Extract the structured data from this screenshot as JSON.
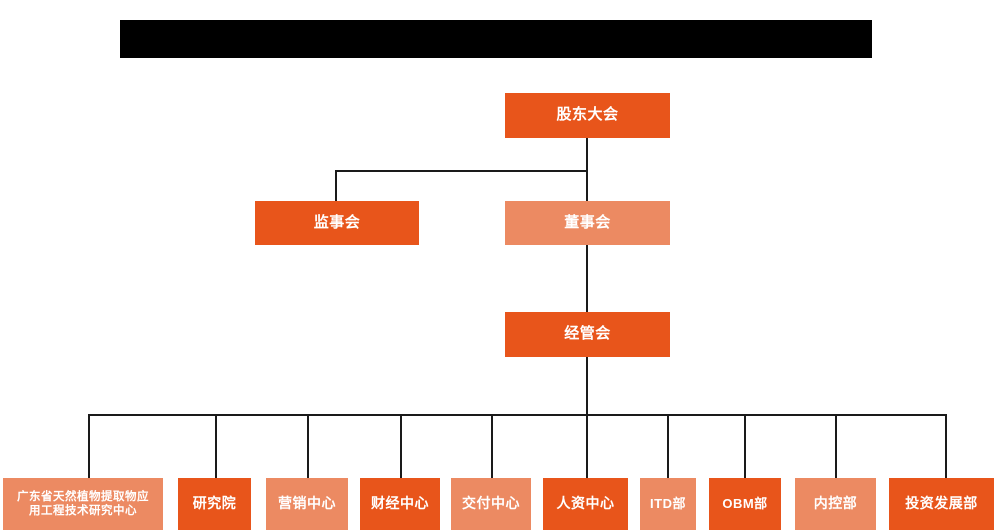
{
  "chart": {
    "type": "org-chart",
    "title": "",
    "background_color": "#ffffff",
    "line_color": "#1a1a1a",
    "colors": {
      "dark_orange": "#E8551B",
      "light_orange": "#EC8A62",
      "redaction": "#000000",
      "text": "#ffffff"
    },
    "redacted_banner_label": ""
  },
  "nodes": {
    "shareholders_meeting": "股东大会",
    "board_of_supervisors": "监事会",
    "board_of_directors": "董事会",
    "management_committee": "经管会"
  },
  "departments": [
    {
      "label_line1": "广东省天然植物提取物应",
      "label_line2": "用工程技术研究中心",
      "tone": "light"
    },
    {
      "label_line1": "研究院",
      "label_line2": "",
      "tone": "dark"
    },
    {
      "label_line1": "营销中心",
      "label_line2": "",
      "tone": "light"
    },
    {
      "label_line1": "财经中心",
      "label_line2": "",
      "tone": "dark"
    },
    {
      "label_line1": "交付中心",
      "label_line2": "",
      "tone": "light"
    },
    {
      "label_line1": "人资中心",
      "label_line2": "",
      "tone": "dark"
    },
    {
      "label_line1": "ITD部",
      "label_line2": "",
      "tone": "light"
    },
    {
      "label_line1": "OBM部",
      "label_line2": "",
      "tone": "dark"
    },
    {
      "label_line1": "内控部",
      "label_line2": "",
      "tone": "light"
    },
    {
      "label_line1": "投资发展部",
      "label_line2": "",
      "tone": "dark"
    }
  ]
}
